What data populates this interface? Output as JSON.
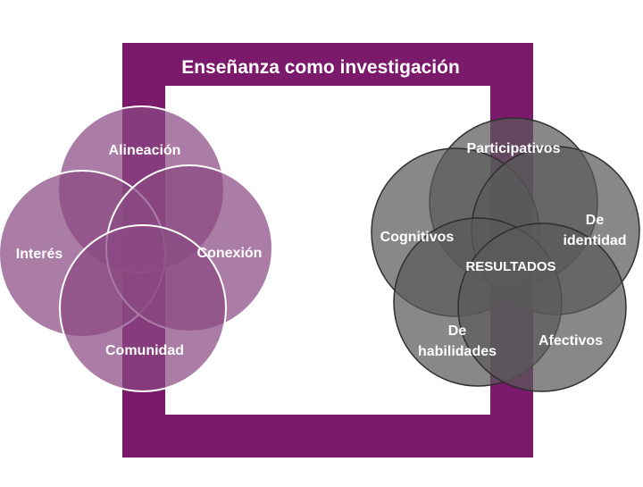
{
  "title": "Enseñanza como investigación",
  "colors": {
    "frame": "#7b1a6b",
    "left_fill": "#8a4a82",
    "left_stroke": "#ffffff",
    "right_fill": "#5a5a5a",
    "right_stroke": "#2e2e2e",
    "text": "#ffffff"
  },
  "left_cluster": {
    "labels": {
      "top": "Alineación",
      "left": "Interés",
      "right": "Conexión",
      "bottom": "Comunidad"
    }
  },
  "right_cluster": {
    "center": "RESULTADOS",
    "labels": {
      "top": "Participativos",
      "left": "Cognitivos",
      "right_line1": "De",
      "right_line2": "identidad",
      "bottom_left_line1": "De",
      "bottom_left_line2": "habilidades",
      "bottom_right": "Afectivos"
    }
  }
}
